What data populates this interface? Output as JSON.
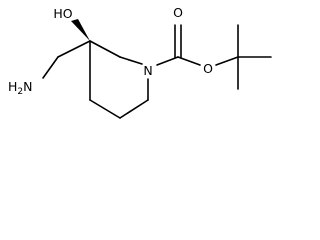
{
  "molecule": {
    "atom_labels": {
      "hydroxyl": "HO",
      "ring_nitrogen": "N",
      "carbonyl_oxygen": "O",
      "ester_oxygen": "O",
      "amine": "H2N"
    },
    "amine_parts": {
      "element": "H",
      "subscript": "2",
      "rest": "N"
    },
    "colors": {
      "bonds": "#000000",
      "labels": "#000000",
      "background": "#ffffff"
    }
  }
}
